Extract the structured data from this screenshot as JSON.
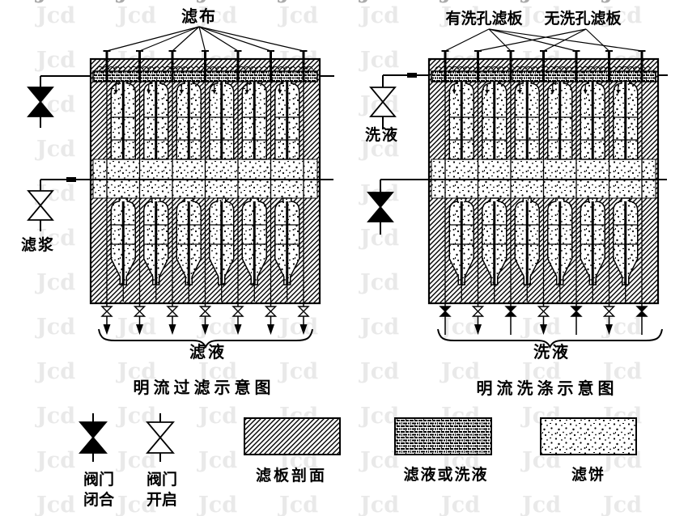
{
  "watermark": {
    "text": "Jcd",
    "color": "#e9e9e9",
    "edge_color": "#ababab"
  },
  "colors": {
    "ink": "#000000",
    "background": "#ffffff"
  },
  "diagram_left": {
    "cloth_label": "滤布",
    "slurry_label": "滤浆",
    "outlet_label": "滤液",
    "caption": "明流过滤示意图",
    "inlet_top_valve": "closed",
    "inlet_bottom_valve": "open",
    "outlet_valves": [
      "open",
      "open",
      "open",
      "open",
      "open",
      "open",
      "open"
    ]
  },
  "diagram_right": {
    "wash_plate_label": "有洗孔滤板",
    "no_wash_plate_label": "无洗孔滤板",
    "wash_in_label": "洗液",
    "outlet_label": "洗液",
    "caption": "明流洗涤示意图",
    "inlet_top_valve": "open",
    "inlet_bottom_valve": "closed",
    "outlet_valves": [
      "closed",
      "open",
      "closed",
      "open",
      "closed",
      "open",
      "closed"
    ]
  },
  "legend": {
    "valve_closed_line1": "阀门",
    "valve_closed_line2": "闭合",
    "valve_open_line1": "阀门",
    "valve_open_line2": "开启",
    "plate_section_label": "滤板剖面",
    "liquid_label": "滤液或洗液",
    "cake_label": "滤饼"
  }
}
